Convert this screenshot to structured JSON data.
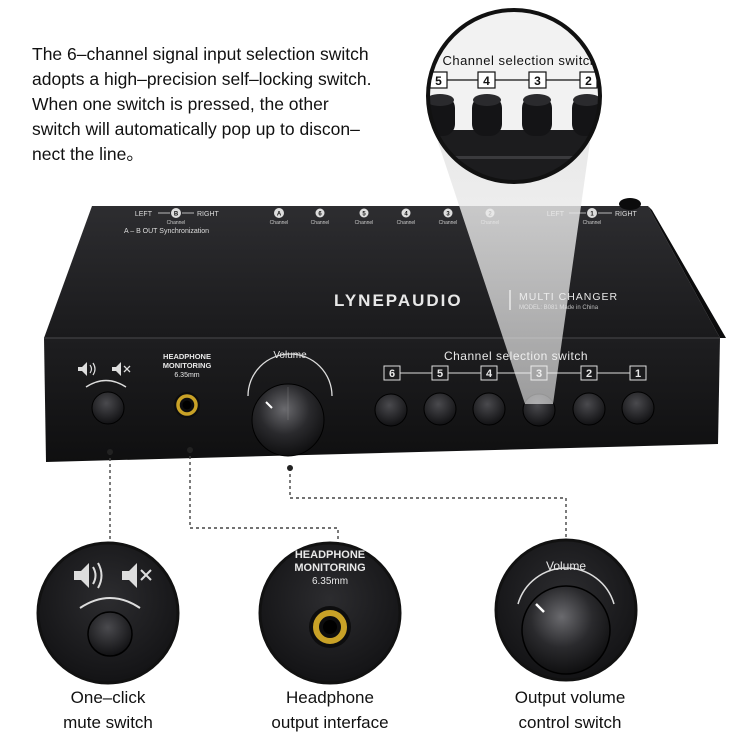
{
  "description": {
    "lines": [
      "The 6–channel signal input selection switch",
      "adopts a high–precision self–locking switch.",
      "When one switch is pressed, the other",
      "switch will automatically pop up to discon–",
      "nect the line。"
    ]
  },
  "zoom_top": {
    "label": "Channel  selection  switch",
    "channels": [
      "5",
      "4",
      "3",
      "2"
    ]
  },
  "device": {
    "brand": "LYNEPAUDIO",
    "model_name": "MULTI CHANGER",
    "model_line": "MODEL: B081   Made in China",
    "top_labels": {
      "left": "LEFT",
      "right": "RIGHT",
      "channel_word": "Channel",
      "b_mark": "B",
      "a_mark": "A",
      "one_mark": "1",
      "sync": "A – B OUT  Synchronization",
      "channels": [
        "6",
        "5",
        "4",
        "3",
        "2"
      ]
    },
    "headphone_label": [
      "HEADPHONE",
      "MONITORING",
      "6.35mm"
    ],
    "volume_label": "Volume",
    "channel_switch_label": "Channel  selection  switch",
    "channel_numbers": [
      "6",
      "5",
      "4",
      "3",
      "2",
      "1"
    ]
  },
  "callouts": {
    "mute": {
      "caption": [
        "One–click",
        "mute switch"
      ]
    },
    "headphone": {
      "label": [
        "HEADPHONE",
        "MONITORING",
        "6.35mm"
      ],
      "caption": [
        "Headphone",
        "output interface"
      ]
    },
    "volume": {
      "label": "Volume",
      "caption": [
        "Output volume",
        "control switch"
      ]
    }
  },
  "colors": {
    "device_body": "#1b1b1d",
    "accent_gold": "#c9a227",
    "text": "#111111"
  }
}
